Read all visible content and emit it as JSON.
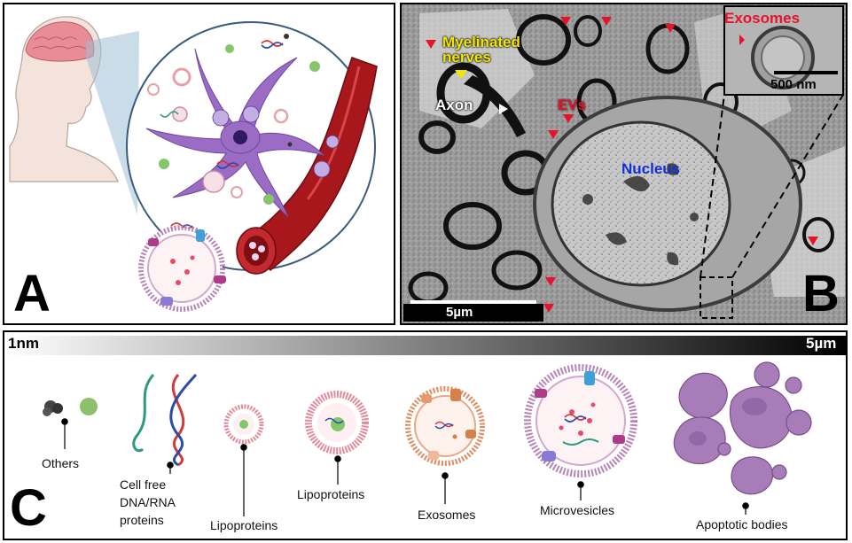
{
  "panel_a": {
    "letter": "A"
  },
  "panel_b": {
    "letter": "B",
    "labels": {
      "myelinated": "Myelinated\nnerves",
      "axon": "Axon",
      "evs": "EVs",
      "nucleus": "Nucleus",
      "exosomes": "Exosomes"
    },
    "scale_main": "5µm",
    "scale_inset": "500 nm",
    "colors": {
      "yellow": "#f2e600",
      "red": "#e8132a",
      "blue": "#1030d8",
      "white": "#ffffff"
    }
  },
  "panel_c": {
    "letter": "C",
    "scale_min": "1nm",
    "scale_max": "5µm",
    "items": [
      {
        "label": "Others"
      },
      {
        "label": "Cell free\nDNA/RNA\nproteins"
      },
      {
        "label": "Lipoproteins"
      },
      {
        "label": "Lipoproteins"
      },
      {
        "label": "Exosomes"
      },
      {
        "label": "Microvesicles"
      },
      {
        "label": "Apoptotic bodies"
      }
    ]
  }
}
